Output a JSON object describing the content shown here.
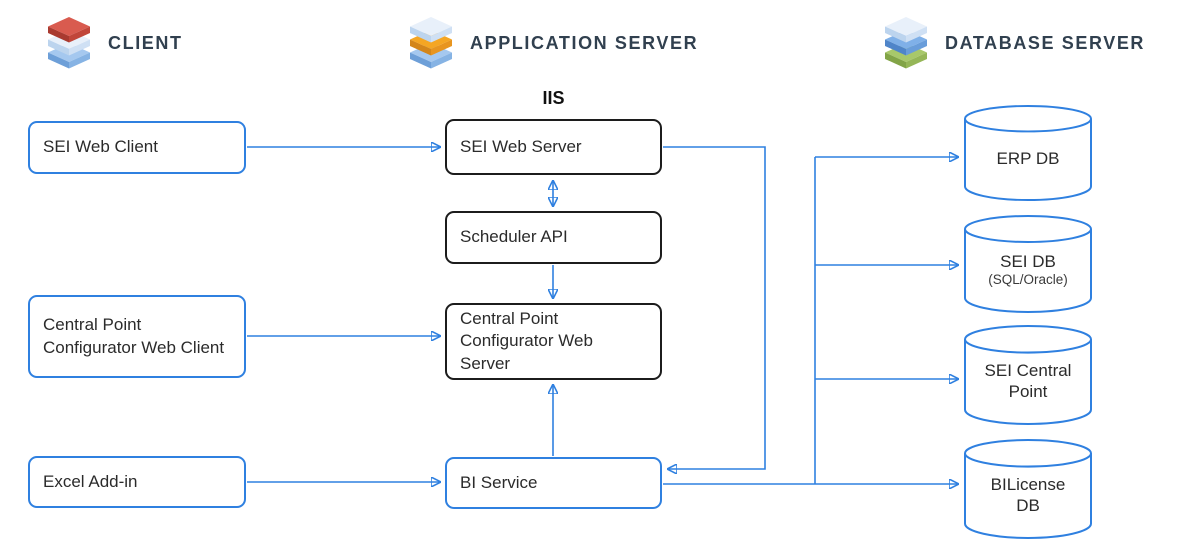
{
  "headers": {
    "client": "CLIENT",
    "application_server": "APPLICATION SERVER",
    "database_server": "DATABASE SERVER"
  },
  "labels": {
    "iis": "IIS"
  },
  "nodes": {
    "sei_web_client": "SEI Web Client",
    "central_point_configurator_web_client": "Central Point Configurator Web Client",
    "excel_addin": "Excel Add-in",
    "sei_web_server": "SEI Web Server",
    "scheduler_api": "Scheduler API",
    "central_point_configurator_web_server": "Central Point Configurator Web Server",
    "bi_service": "BI Service",
    "erp_db": "ERP DB",
    "sei_db": "SEI DB",
    "sei_db_sub": "(SQL/Oracle)",
    "sei_central_point": "SEI Central Point",
    "bilicense_db": "BILicense DB"
  },
  "edges": [
    {
      "from": "sei_web_client",
      "to": "sei_web_server",
      "type": "arrow"
    },
    {
      "from": "sei_web_server",
      "to": "scheduler_api",
      "type": "double-arrow"
    },
    {
      "from": "scheduler_api",
      "to": "central_point_configurator_web_server",
      "type": "arrow"
    },
    {
      "from": "central_point_configurator_web_client",
      "to": "central_point_configurator_web_server",
      "type": "arrow"
    },
    {
      "from": "bi_service",
      "to": "central_point_configurator_web_server",
      "type": "arrow"
    },
    {
      "from": "excel_addin",
      "to": "bi_service",
      "type": "arrow"
    },
    {
      "from": "sei_web_server",
      "to": "bi_service",
      "type": "arrow"
    },
    {
      "from": "bi_service",
      "to": "erp_db",
      "type": "arrow"
    },
    {
      "from": "bi_service",
      "to": "sei_db",
      "type": "arrow"
    },
    {
      "from": "bi_service",
      "to": "sei_central_point",
      "type": "arrow"
    },
    {
      "from": "bi_service",
      "to": "bilicense_db",
      "type": "arrow"
    }
  ],
  "colors": {
    "accent_blue": "#2f80e0",
    "box_border_dark": "#1c1c1c",
    "header_text": "#31404f"
  }
}
